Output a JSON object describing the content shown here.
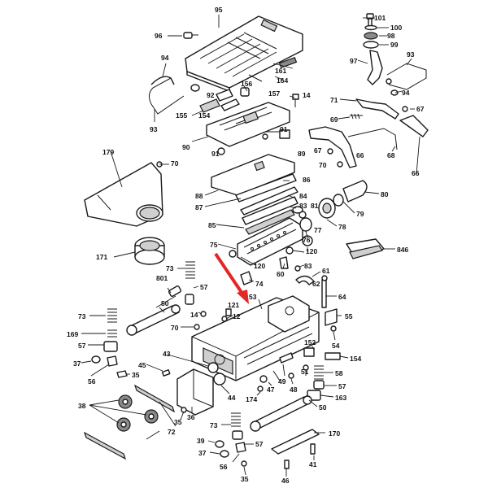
{
  "diagram": {
    "labels": {
      "l95": "95",
      "l96": "96",
      "l101": "101",
      "l100": "100",
      "l98": "98",
      "l99": "99",
      "l97": "97",
      "l93a": "93",
      "l94a": "94",
      "l94b": "94",
      "l93b": "93",
      "l92": "92",
      "l164": "164",
      "l161": "161",
      "l155": "155",
      "l154": "154",
      "l156": "156",
      "l157": "157",
      "l14a": "14",
      "l71": "71",
      "l67a": "67",
      "l69": "69",
      "l91": "91",
      "l90": "90",
      "l89": "89",
      "l68": "68",
      "l66a": "66",
      "l66b": "66",
      "l67b": "67",
      "l70a": "70",
      "l179": "179",
      "l70b": "70",
      "l91b": "91",
      "l88": "88",
      "l86": "86",
      "l87": "87",
      "l84": "84",
      "l85": "85",
      "l83a": "83",
      "l81": "81",
      "l80": "80",
      "l79": "79",
      "l78": "78",
      "l77": "77",
      "l76": "76",
      "l171": "171",
      "l75": "75",
      "l120a": "120",
      "l120b": "120",
      "l846": "846",
      "l60": "60",
      "l83b": "83",
      "l61": "61",
      "l73a": "73",
      "l801": "801",
      "l57a": "57",
      "l74": "74",
      "l62": "62",
      "l64": "64",
      "l50a": "50",
      "l53": "53",
      "l121": "121",
      "l12": "12",
      "l14b": "14",
      "l70c": "70",
      "l73b": "73",
      "l55": "55",
      "l169": "169",
      "l57b": "57",
      "l54": "54",
      "l37a": "37",
      "l56a": "56",
      "l43": "43",
      "l45": "45",
      "l35a": "35",
      "l152": "152",
      "l154b": "154",
      "l58": "58",
      "l51": "51",
      "l57c": "57",
      "l49": "49",
      "l48": "48",
      "l47": "47",
      "l174": "174",
      "l44": "44",
      "l163": "163",
      "l38": "38",
      "l36": "36",
      "l50b": "50",
      "l35b": "35",
      "l72": "72",
      "l73c": "73",
      "l170": "170",
      "l39": "39",
      "l57d": "57",
      "l37b": "37",
      "l56b": "56",
      "l41": "41",
      "l35c": "35",
      "l46": "46"
    }
  }
}
